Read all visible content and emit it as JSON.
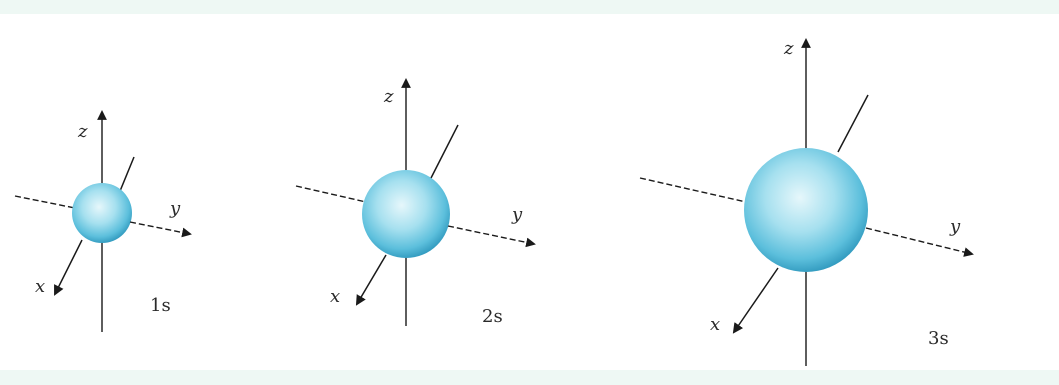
{
  "colors": {
    "sphere_light": "#e6f7fb",
    "sphere_mid": "#7fd1e8",
    "sphere_dark": "#2f98bd",
    "axis": "#1a1a1a",
    "band": "#eef8f4"
  },
  "orbitals": [
    {
      "label": "1s",
      "axes": {
        "z": "z",
        "y": "y",
        "x": "x"
      }
    },
    {
      "label": "2s",
      "axes": {
        "z": "z",
        "y": "y",
        "x": "x"
      }
    },
    {
      "label": "3s",
      "axes": {
        "z": "z",
        "y": "y",
        "x": "x"
      }
    }
  ]
}
